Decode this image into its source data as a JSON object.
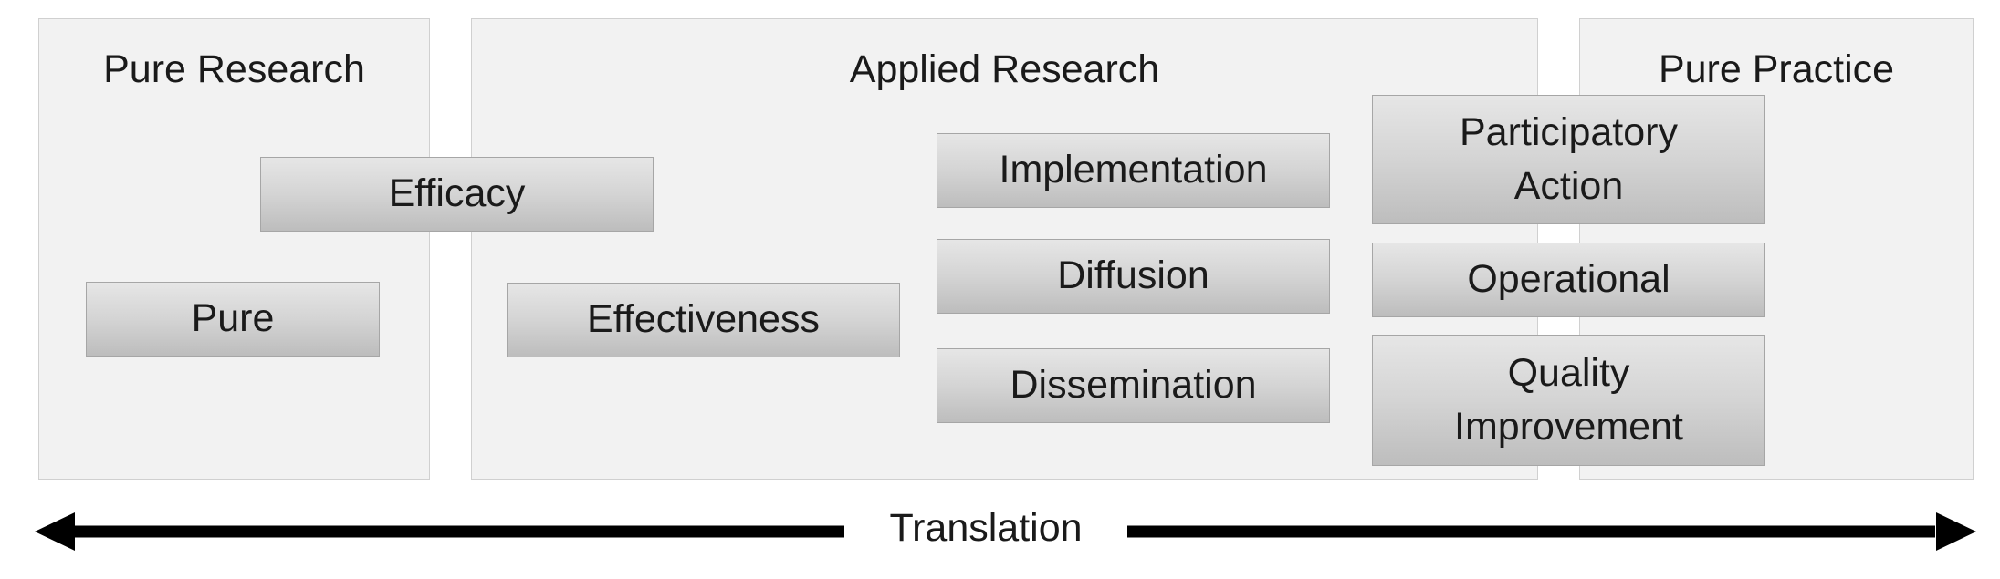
{
  "panels": {
    "pure_research": "Pure Research",
    "applied_research": "Applied Research",
    "pure_practice": "Pure Practice"
  },
  "boxes": {
    "efficacy": "Efficacy",
    "pure": "Pure",
    "effectiveness": "Effectiveness",
    "implementation": "Implementation",
    "diffusion": "Diffusion",
    "dissemination": "Dissemination",
    "participatory_action": "Participatory\nAction",
    "operational": "Operational",
    "quality_improvement": "Quality\nImprovement"
  },
  "axis": {
    "label": "Translation",
    "direction": "bidirectional"
  },
  "colors": {
    "panel_fill": "#f2f2f2",
    "panel_border": "#d0d0d0",
    "box_gradient_top": "#e6e6e6",
    "box_gradient_bottom": "#bdbdbd",
    "arrow": "#000000"
  }
}
